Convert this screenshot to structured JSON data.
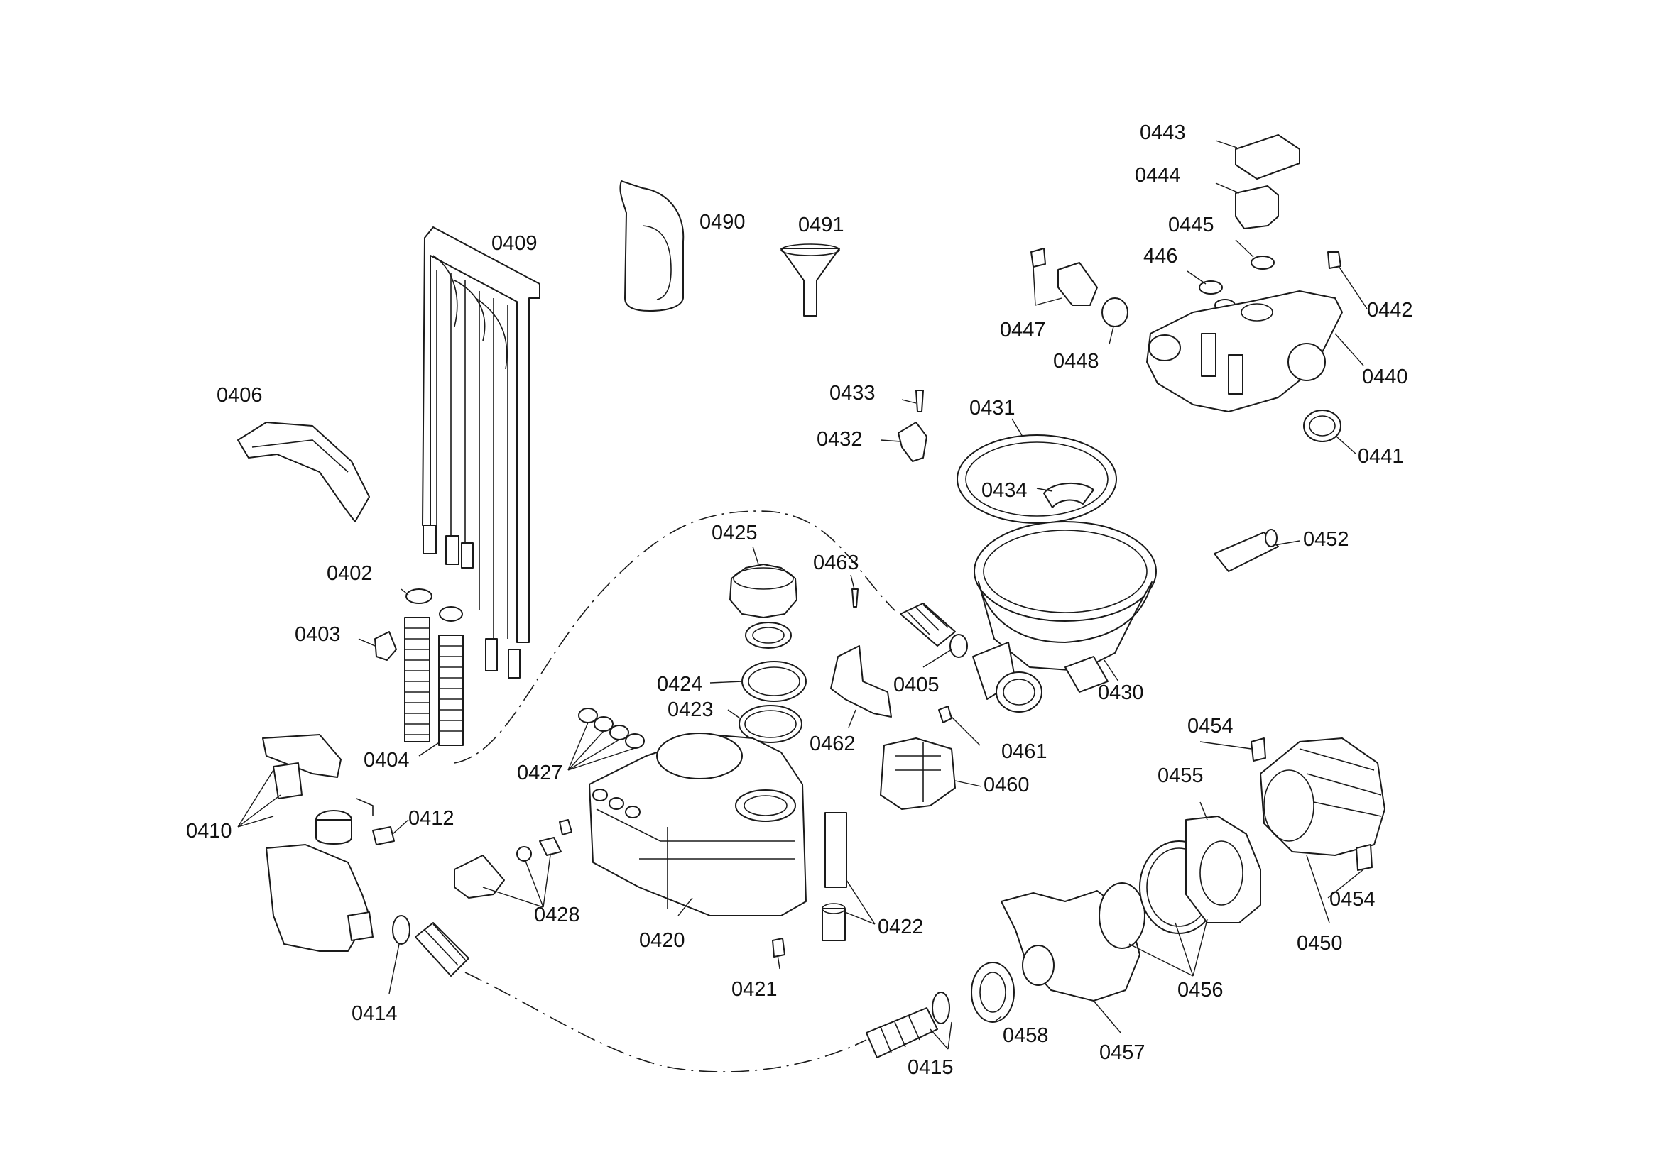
{
  "labels": {
    "p0409": "0409",
    "p0490": "0490",
    "p0491": "0491",
    "p0443": "0443",
    "p0444": "0444",
    "p0445": "0445",
    "p446": "446",
    "p0442": "0442",
    "p0447": "0447",
    "p0448": "0448",
    "p0440": "0440",
    "p0441": "0441",
    "p0406": "0406",
    "p0433": "0433",
    "p0432": "0432",
    "p0431": "0431",
    "p0434": "0434",
    "p0452": "0452",
    "p0425": "0425",
    "p0463": "0463",
    "p0402": "0402",
    "p0403": "0403",
    "p0424": "0424",
    "p0423": "0423",
    "p0405": "0405",
    "p0430": "0430",
    "p0462": "0462",
    "p0461": "0461",
    "p0454a": "0454",
    "p0404": "0404",
    "p0427": "0427",
    "p0460": "0460",
    "p0455": "0455",
    "p0410": "0410",
    "p0412": "0412",
    "p0454b": "0454",
    "p0428": "0428",
    "p0422": "0422",
    "p0420": "0420",
    "p0450": "0450",
    "p0421": "0421",
    "p0456": "0456",
    "p0414": "0414",
    "p0458": "0458",
    "p0457": "0457",
    "p0415": "0415"
  }
}
